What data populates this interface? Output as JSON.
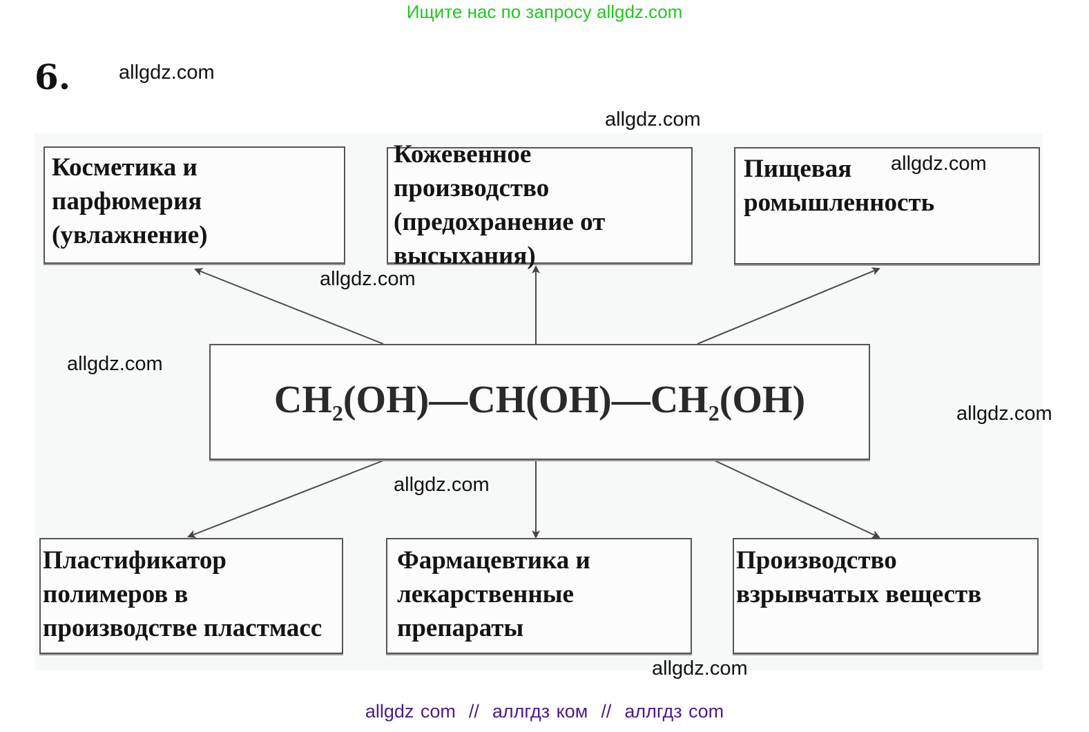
{
  "header": {
    "banner": "Ищите нас по запросу allgdz.com",
    "banner_color": "#1fc71f",
    "task_number": "6."
  },
  "diagram": {
    "center": {
      "part1": "CH",
      "sub1": "2",
      "part2": "(OH)—CH(OH)—CH",
      "sub2": "2",
      "part3": "(OH)",
      "plain": "CH2(OH)—CH(OH)—CH2(OH)"
    },
    "top_boxes": [
      {
        "label": "Косметика и\nпарфюмерия\n(увлажнение)"
      },
      {
        "label": "Кожевенное\nпроизводство\n(предохранение от\nвысыхания)"
      },
      {
        "label": "Пищевая\nромышленность"
      }
    ],
    "bottom_boxes": [
      {
        "label": "Пластификатор\nполимеров в\nпроизводстве пластмасс"
      },
      {
        "label": "Фармацевтика и\nлекарственные\nпрепараты"
      },
      {
        "label": "Производство\nвзрывчатых веществ"
      }
    ]
  },
  "watermarks": [
    "allgdz.com",
    "allgdz.com",
    "allgdz.com",
    "allgdz.com",
    "allgdz.com",
    "allgdz.com",
    "allgdz.com",
    "allgdz.com"
  ],
  "footer": {
    "text": "allgdz com  //  аллгдз ком  //  аллгдз com",
    "color": "#4d1a8a"
  }
}
